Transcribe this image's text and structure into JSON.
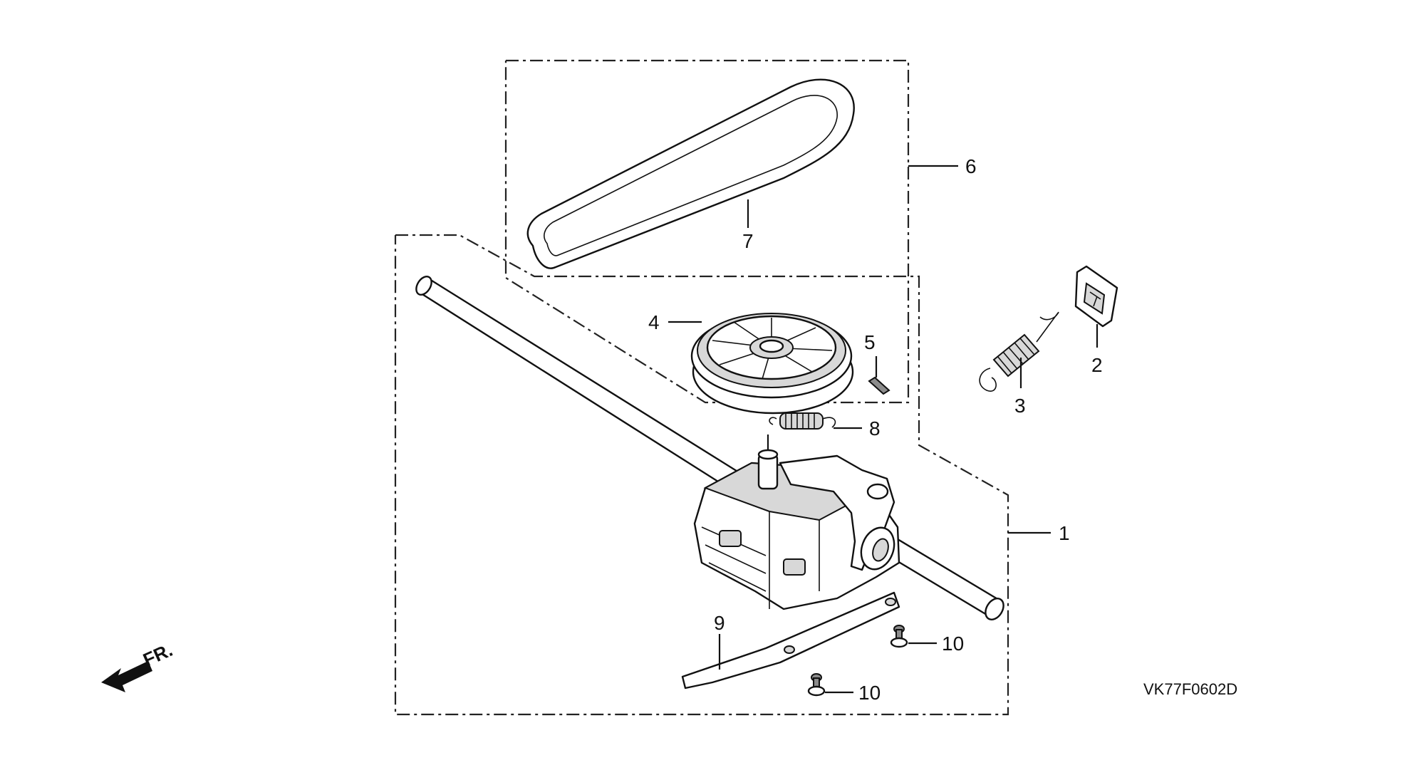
{
  "diagram": {
    "drawing_code": "VK77F0602D",
    "direction_marker": "FR.",
    "callouts": [
      {
        "id": "1",
        "label": "1"
      },
      {
        "id": "2",
        "label": "2"
      },
      {
        "id": "3",
        "label": "3"
      },
      {
        "id": "4",
        "label": "4"
      },
      {
        "id": "5",
        "label": "5"
      },
      {
        "id": "6",
        "label": "6"
      },
      {
        "id": "7",
        "label": "7"
      },
      {
        "id": "8",
        "label": "8"
      },
      {
        "id": "9",
        "label": "9"
      },
      {
        "id": "10a",
        "label": "10"
      },
      {
        "id": "10b",
        "label": "10"
      }
    ]
  }
}
